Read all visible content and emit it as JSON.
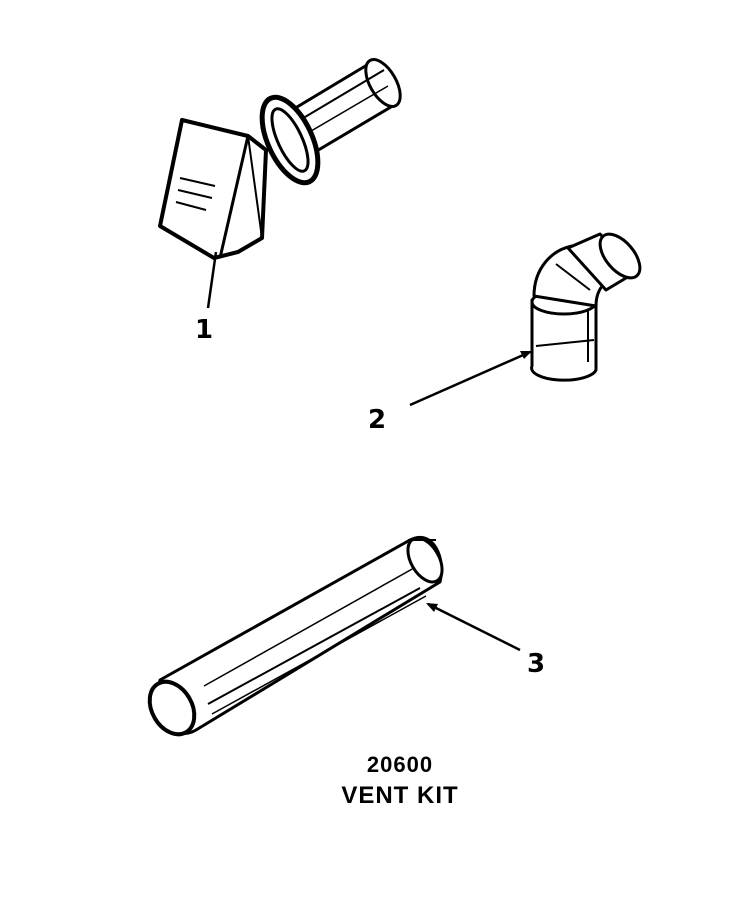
{
  "parts": [
    {
      "number": "1",
      "name": "vent hood"
    },
    {
      "number": "2",
      "name": "elbow"
    },
    {
      "number": "3",
      "name": "vent pipe"
    }
  ],
  "kit": {
    "number": "20600",
    "name": "VENT KIT"
  }
}
